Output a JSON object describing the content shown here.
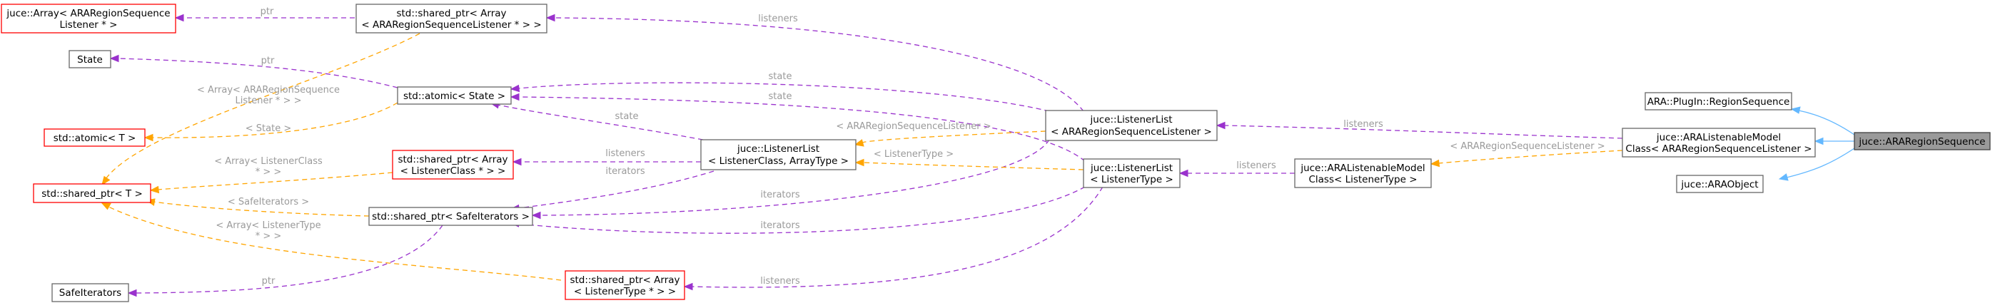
{
  "colors": {
    "usage_edge": "#9a32cd",
    "template_edge": "#ffa500",
    "inheritance_edge": "#63b8ff",
    "undocumented_border": "#ff0000",
    "node_border": "#666666",
    "focus_fill": "#9a9a9a",
    "edge_label": "#9a9a9a"
  },
  "nodes": {
    "array_listener": [
      "juce::Array< ARARegionSequence",
      "Listener * >"
    ],
    "shared_ptr_array_ara": [
      "std::shared_ptr< Array",
      "< ARARegionSequenceListener * > >"
    ],
    "state": [
      "State"
    ],
    "atomic_state": [
      "std::atomic< State >"
    ],
    "atomic_t": [
      "std::atomic< T >"
    ],
    "shared_ptr_array_lc": [
      "std::shared_ptr< Array",
      "< ListenerClass * > >"
    ],
    "shared_ptr_t": [
      "std::shared_ptr< T >"
    ],
    "listenerlist_lc": [
      "juce::ListenerList",
      "< ListenerClass, ArrayType >"
    ],
    "listenerlist_ara": [
      "juce::ListenerList",
      "< ARARegionSequenceListener >"
    ],
    "listenerlist_lt": [
      "juce::ListenerList",
      "< ListenerType >"
    ],
    "shared_ptr_safe": [
      "std::shared_ptr< SafeIterators >"
    ],
    "safe_iterators": [
      "SafeIterators"
    ],
    "shared_ptr_array_lt": [
      "std::shared_ptr< Array",
      "< ListenerType * > >"
    ],
    "listenable_lt": [
      "juce::ARAListenableModel",
      "Class< ListenerType >"
    ],
    "listenable_ara": [
      "juce::ARAListenableModel",
      "Class< ARARegionSequenceListener >"
    ],
    "plugin_region_sequence": [
      "ARA::PlugIn::RegionSequence"
    ],
    "ara_object": [
      "juce::ARAObject"
    ],
    "ara_region_sequence": [
      "juce::ARARegionSequence"
    ]
  },
  "edge_labels": {
    "ptr_array": "ptr",
    "listeners_top": "listeners",
    "ptr_state": "ptr",
    "state_ara": "state",
    "state_lt": "state",
    "state_lc": "state",
    "tmpl_atomic_state": "< State >",
    "tmpl_array_ara_1": "< Array< ARARegionSequence",
    "tmpl_array_ara_2": "Listener * > >",
    "tmpl_array_lc_1": "< Array< ListenerClass",
    "tmpl_array_lc_2": "* > >",
    "tmpl_safe": "< SafeIterators >",
    "tmpl_array_lt_1": "< Array< ListenerType",
    "tmpl_array_lt_2": "* > >",
    "listeners_lc": "listeners",
    "iterators_lc": "iterators",
    "iterators_ara": "iterators",
    "iterators_lt": "iterators",
    "ptr_safe": "ptr",
    "listeners_lt": "listeners",
    "tmpl_lc_ara": "< ARARegionSequenceListener >",
    "tmpl_lc_lt": "< ListenerType >",
    "listeners_ara_model": "listeners",
    "listeners_lt_model": "listeners",
    "tmpl_model": "< ARARegionSequenceListener >"
  }
}
